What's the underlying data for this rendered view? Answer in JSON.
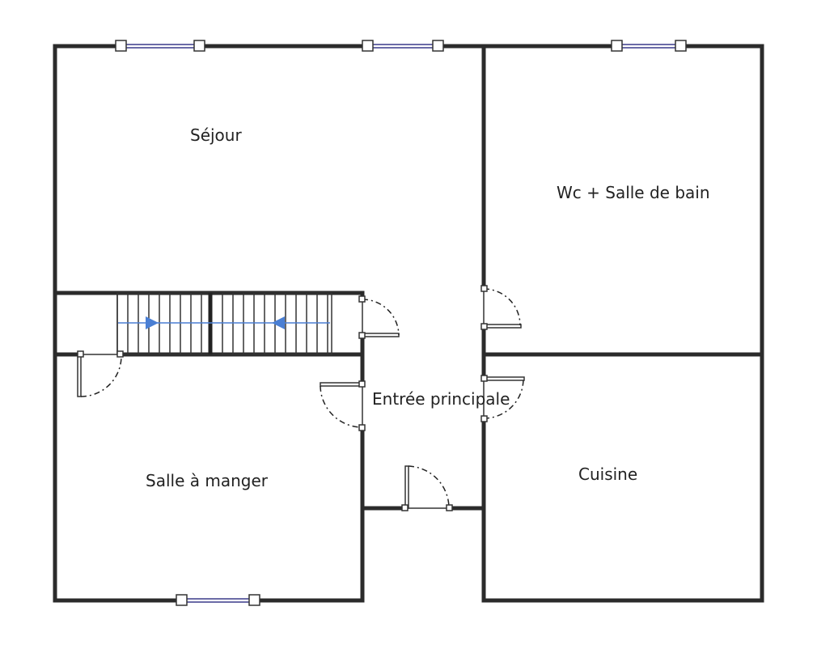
{
  "rooms": {
    "sejour": "Séjour",
    "wc_bain": "Wc + Salle de bain",
    "entree": "Entrée principale",
    "salle_manger": "Salle à manger",
    "cuisine": "Cuisine"
  },
  "colors": {
    "wall": "#2b2b2b",
    "window": "#3a3a8a",
    "stair_arrow": "#4a7fd4"
  }
}
